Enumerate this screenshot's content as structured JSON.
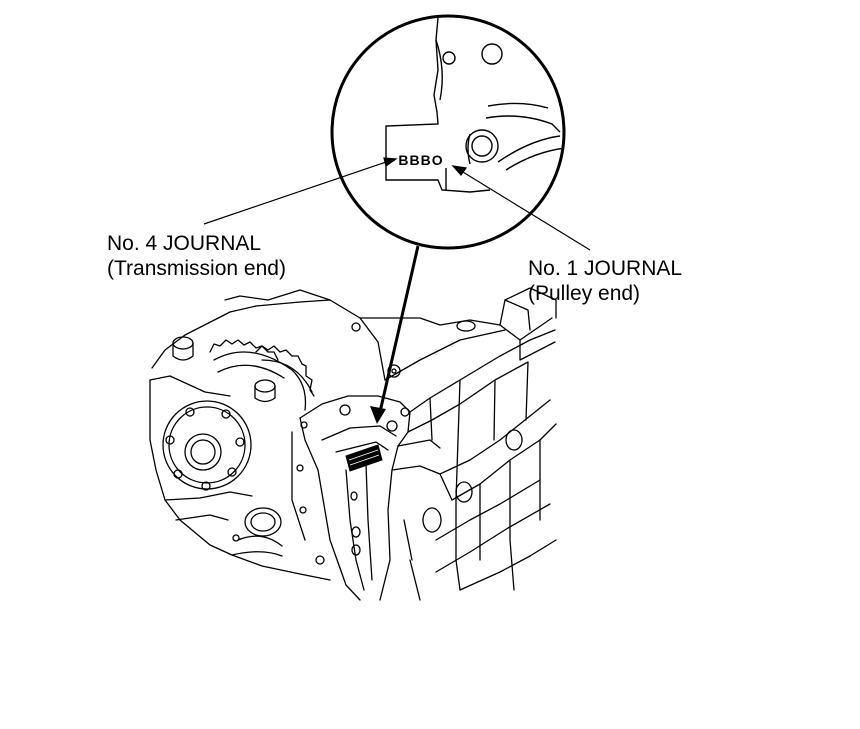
{
  "diagram": {
    "labels": {
      "journal4": {
        "title": "No. 4 JOURNAL",
        "subtitle": "(Transmission end)"
      },
      "journal1": {
        "title": "No. 1 JOURNAL",
        "subtitle": "(Pulley end)"
      }
    },
    "code_marking": "BBBO",
    "line_color": "#000000",
    "background": "#ffffff"
  }
}
